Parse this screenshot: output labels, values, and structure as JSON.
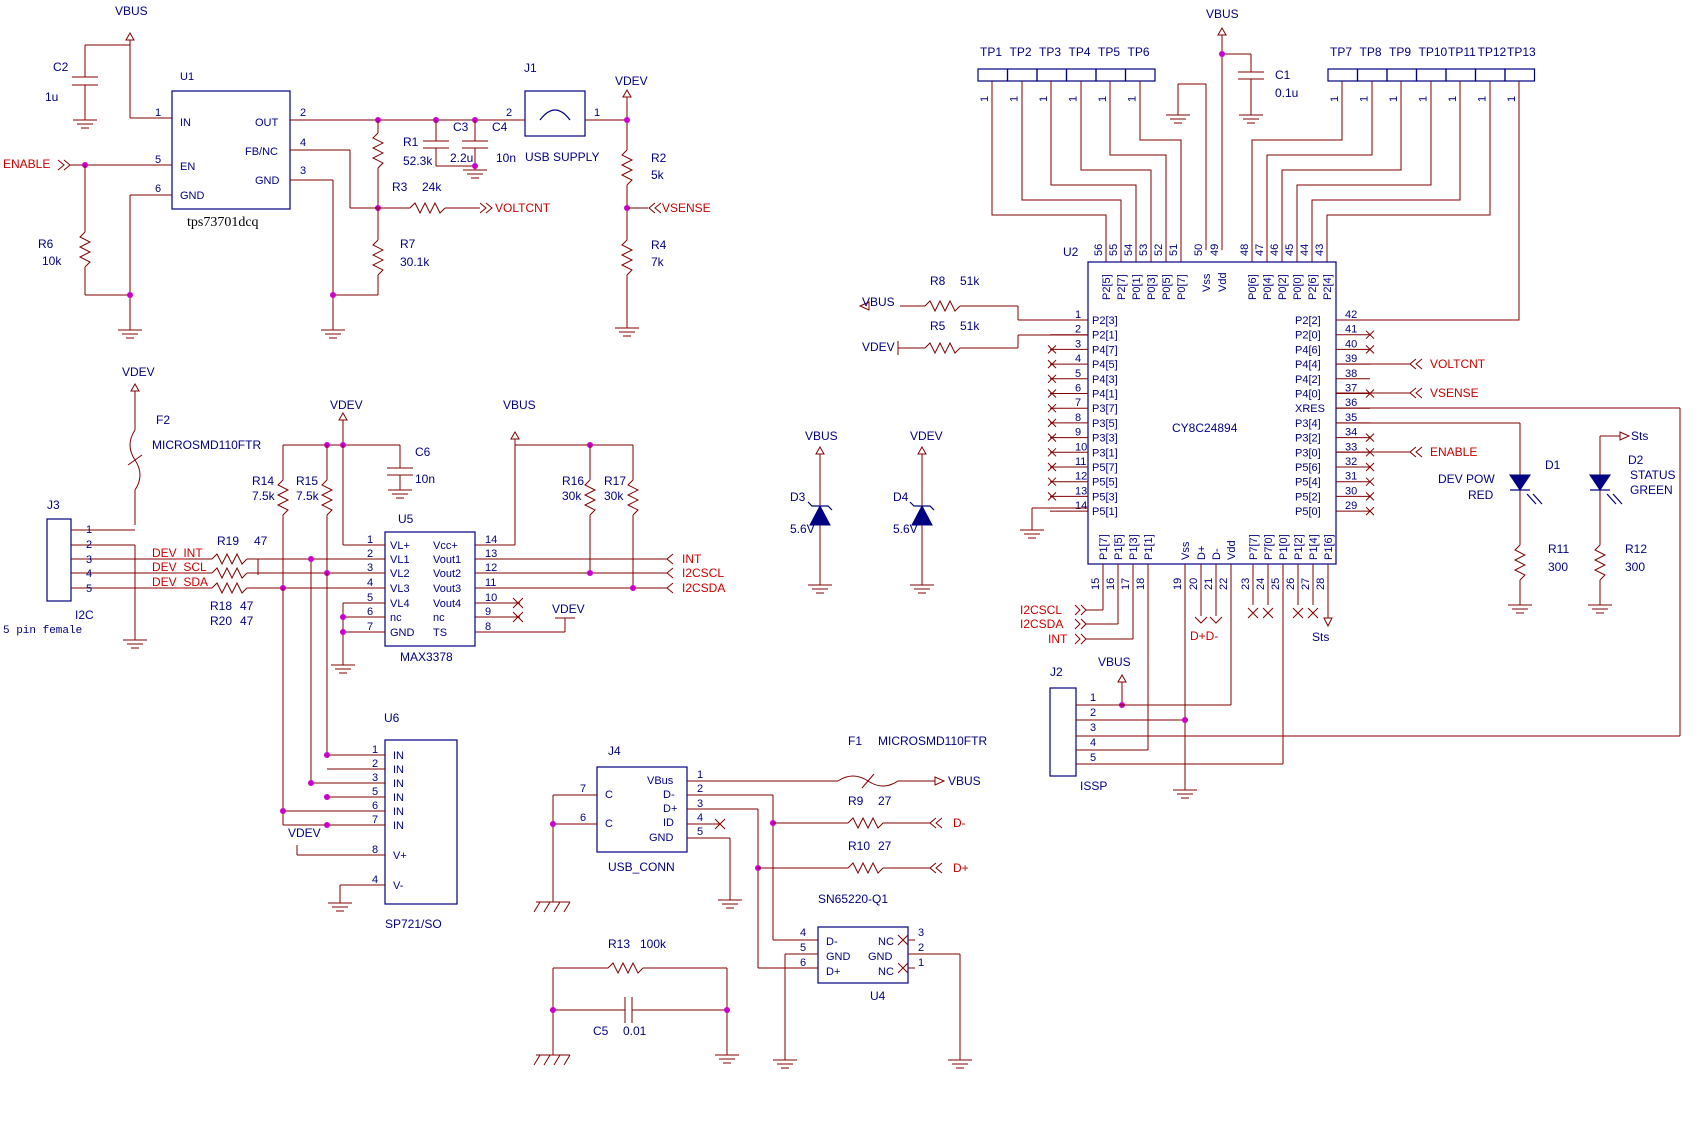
{
  "labels": {
    "vbus": "VBUS",
    "vdev": "VDEV",
    "enable": "ENABLE",
    "voltcnt": "VOLTCNT",
    "vsense": "VSENSE",
    "int": "INT",
    "i2cscl": "I2CSCL",
    "i2csda": "I2CSDA",
    "dev_int": "DEV_INT",
    "dev_scl": "DEV_SCL",
    "dev_sda": "DEV_SDA",
    "dminus": "D-",
    "dplus": "D+",
    "dpdm": "D+D-",
    "sts": "Sts",
    "xres": "XRES"
  },
  "parts": {
    "c2": {
      "ref": "C2",
      "val": "1u"
    },
    "u1": {
      "ref": "U1",
      "name": "tps73701dcq",
      "pins": {
        "in": "IN",
        "en": "EN",
        "gnd_l": "GND",
        "out": "OUT",
        "fb": "FB/NC",
        "gnd_r": "GND"
      }
    },
    "r6": {
      "ref": "R6",
      "val": "10k"
    },
    "r1": {
      "ref": "R1",
      "val": "52.3k"
    },
    "c3": {
      "ref": "C3",
      "val": "2.2u"
    },
    "c4": {
      "ref": "C4",
      "val": "10n"
    },
    "r3": {
      "ref": "R3",
      "val": "24k"
    },
    "r7": {
      "ref": "R7",
      "val": "30.1k"
    },
    "j1": {
      "ref": "J1",
      "name": "USB SUPPLY"
    },
    "r2": {
      "ref": "R2",
      "val": "5k"
    },
    "r4": {
      "ref": "R4",
      "val": "7k"
    },
    "f2": {
      "ref": "F2",
      "name": "MICROSMD110FTR"
    },
    "j3": {
      "ref": "J3",
      "name": "I2C",
      "desc": "5 pin female"
    },
    "r19": {
      "ref": "R19",
      "val": "47"
    },
    "r18": {
      "ref": "R18",
      "val": "47"
    },
    "r20": {
      "ref": "R20",
      "val": "47"
    },
    "r14": {
      "ref": "R14",
      "val": "7.5k"
    },
    "r15": {
      "ref": "R15",
      "val": "7.5k"
    },
    "c6": {
      "ref": "C6",
      "val": "10n"
    },
    "u5": {
      "ref": "U5",
      "name": "MAX3378",
      "pins_l": [
        "VL+",
        "VL1",
        "VL2",
        "VL3",
        "VL4",
        "nc",
        "GND"
      ],
      "pins_r": [
        "Vcc+",
        "Vout1",
        "Vout2",
        "Vout3",
        "Vout4",
        "nc",
        "TS"
      ]
    },
    "r16": {
      "ref": "R16",
      "val": "30k"
    },
    "r17": {
      "ref": "R17",
      "val": "30k"
    },
    "u6": {
      "ref": "U6",
      "name": "SP721/SO",
      "pins": [
        "IN",
        "IN",
        "IN",
        "IN",
        "IN",
        "IN",
        "V+",
        "V-"
      ]
    },
    "j4": {
      "ref": "J4",
      "name": "USB_CONN",
      "pins": [
        "VBus",
        "D-",
        "D+",
        "ID",
        "GND",
        "C",
        "C"
      ]
    },
    "f1": {
      "ref": "F1",
      "name": "MICROSMD110FTR"
    },
    "r9": {
      "ref": "R9",
      "val": "27"
    },
    "r10": {
      "ref": "R10",
      "val": "27"
    },
    "u4": {
      "ref": "U4",
      "name": "SN65220-Q1",
      "pins": [
        "D-",
        "GND",
        "D+",
        "NC",
        "GND",
        "NC"
      ]
    },
    "r13": {
      "ref": "R13",
      "val": "100k"
    },
    "c5": {
      "ref": "C5",
      "val": "0.01"
    },
    "d3": {
      "ref": "D3",
      "val": "5.6V"
    },
    "d4": {
      "ref": "D4",
      "val": "5.6V"
    },
    "c1": {
      "ref": "C1",
      "val": "0.1u"
    },
    "u2": {
      "ref": "U2",
      "name": "CY8C24894"
    },
    "r8": {
      "ref": "R8",
      "val": "51k"
    },
    "r5": {
      "ref": "R5",
      "val": "51k"
    },
    "d1": {
      "ref": "D1",
      "name": "DEV POW",
      "color": "RED"
    },
    "d2": {
      "ref": "D2",
      "name": "STATUS",
      "color": "GREEN"
    },
    "r11": {
      "ref": "R11",
      "val": "300"
    },
    "r12": {
      "ref": "R12",
      "val": "300"
    },
    "j2": {
      "ref": "J2",
      "name": "ISSP"
    }
  },
  "testpoints_left": [
    "TP1",
    "TP2",
    "TP3",
    "TP4",
    "TP5",
    "TP6"
  ],
  "testpoints_right": [
    "TP7",
    "TP8",
    "TP9",
    "TP10",
    "TP11",
    "TP12",
    "TP13"
  ],
  "u2_pins": {
    "top_left_nums": [
      "56",
      "55",
      "54",
      "53",
      "52",
      "51"
    ],
    "top_left_names": [
      "P2[5]",
      "P2[7]",
      "P0[1]",
      "P0[3]",
      "P0[5]",
      "P0[7]"
    ],
    "top_mid_nums": [
      "50",
      "49"
    ],
    "top_mid_names": [
      "Vss",
      "Vdd"
    ],
    "top_right_nums": [
      "48",
      "47",
      "46",
      "45",
      "44",
      "43"
    ],
    "top_right_names": [
      "P0[6]",
      "P0[4]",
      "P0[2]",
      "P0[0]",
      "P2[6]",
      "P2[4]"
    ],
    "left_nums": [
      "1",
      "2",
      "3",
      "4",
      "5",
      "6",
      "7",
      "8",
      "9",
      "10",
      "11",
      "12",
      "13",
      "14"
    ],
    "left_names": [
      "P2[3]",
      "P2[1]",
      "P4[7]",
      "P4[5]",
      "P4[3]",
      "P4[1]",
      "P3[7]",
      "P3[5]",
      "P3[3]",
      "P3[1]",
      "P5[7]",
      "P5[5]",
      "P5[3]",
      "P5[1]"
    ],
    "right_nums": [
      "42",
      "41",
      "40",
      "39",
      "38",
      "37",
      "36",
      "35",
      "34",
      "33",
      "32",
      "31",
      "30",
      "29"
    ],
    "right_names": [
      "P2[2]",
      "P2[0]",
      "P4[6]",
      "P4[4]",
      "P4[2]",
      "P4[0]",
      "XRES",
      "P3[4]",
      "P3[2]",
      "P3[0]",
      "P5[6]",
      "P5[4]",
      "P5[2]",
      "P5[0]"
    ],
    "bottom_left_nums": [
      "15",
      "16",
      "17",
      "18"
    ],
    "bottom_left_names": [
      "P1[7]",
      "P1[5]",
      "P1[3]",
      "P1[1]"
    ],
    "bottom_mid_nums": [
      "19",
      "20",
      "21",
      "22"
    ],
    "bottom_mid_names": [
      "Vss",
      "D+",
      "D-",
      "Vdd"
    ],
    "bottom_right_nums": [
      "23",
      "24",
      "25",
      "26",
      "27",
      "28"
    ],
    "bottom_right_names": [
      "P7[7]",
      "P7[0]",
      "P1[0]",
      "P1[2]",
      "P1[4]",
      "P1[6]"
    ]
  },
  "pin_numbers": {
    "u1": [
      "1",
      "5",
      "6",
      "2",
      "4",
      "3"
    ],
    "j1": [
      "2",
      "1"
    ],
    "j3": [
      "1",
      "2",
      "3",
      "4",
      "5"
    ],
    "u5_l": [
      "1",
      "2",
      "3",
      "4",
      "5",
      "6",
      "7"
    ],
    "u5_r": [
      "14",
      "13",
      "12",
      "11",
      "10",
      "9",
      "8"
    ],
    "u6": [
      "1",
      "2",
      "3",
      "5",
      "6",
      "7",
      "8",
      "4"
    ],
    "j4_r": [
      "1",
      "2",
      "3",
      "4",
      "5"
    ],
    "j4_l": [
      "7",
      "6"
    ],
    "u4_l": [
      "4",
      "5",
      "6"
    ],
    "u4_r": [
      "3",
      "2",
      "1"
    ],
    "tp": "1",
    "j2": [
      "1",
      "2",
      "3",
      "4",
      "5"
    ]
  }
}
